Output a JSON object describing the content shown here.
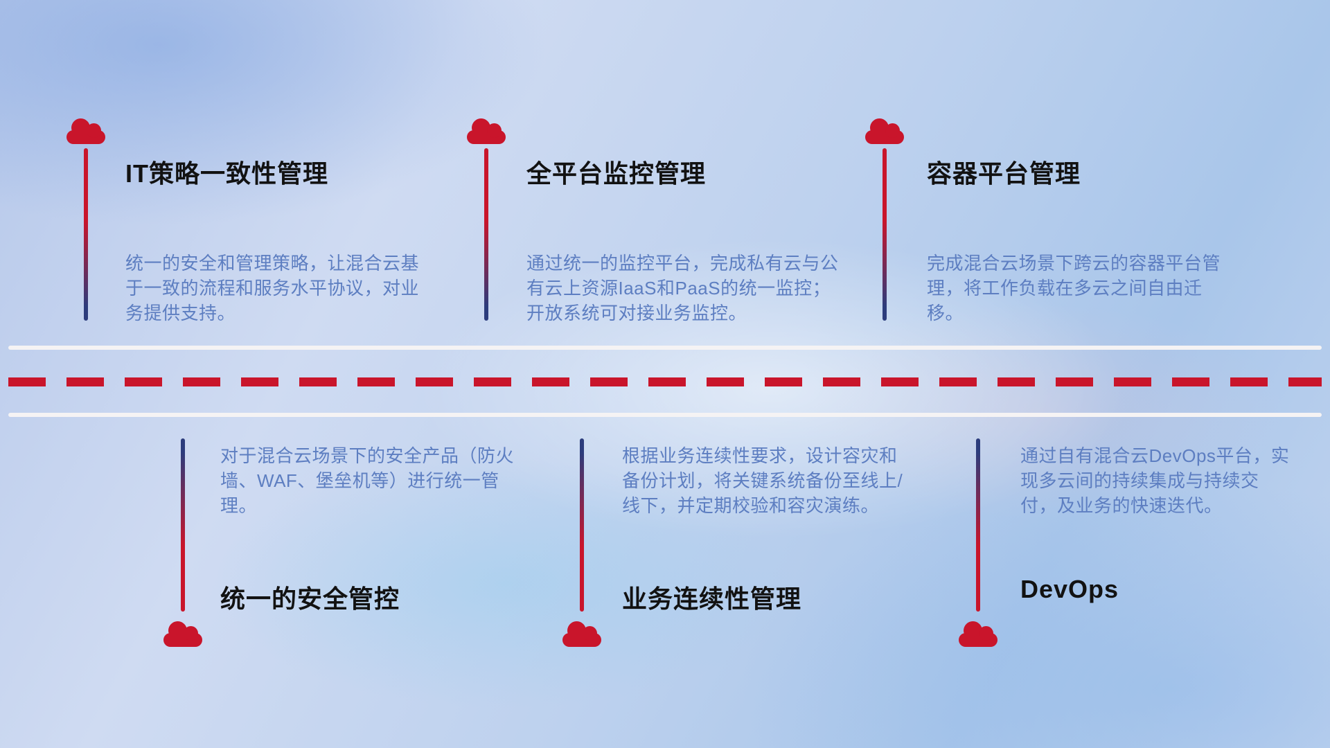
{
  "colors": {
    "accent_red": "#c9152b",
    "navy": "#2c3c7c",
    "title_text": "#121212",
    "body_text": "#5d7ec1",
    "road_white": "#f5f3f4"
  },
  "top_items": [
    {
      "title": "IT策略一致性管理",
      "description": "统一的安全和管理策略，让混合云基于一致的流程和服务水平协议，对业务提供支持。"
    },
    {
      "title": "全平台监控管理",
      "description": "通过统一的监控平台，完成私有云与公有云上资源IaaS和PaaS的统一监控；开放系统可对接业务监控。"
    },
    {
      "title": "容器平台管理",
      "description": "完成混合云场景下跨云的容器平台管理，将工作负载在多云之间自由迁移。"
    }
  ],
  "bottom_items": [
    {
      "title": "统一的安全管控",
      "description": "对于混合云场景下的安全产品（防火墙、WAF、堡垒机等）进行统一管理。"
    },
    {
      "title": "业务连续性管理",
      "description": "根据业务连续性要求，设计容灾和备份计划，将关键系统备份至线上/线下，并定期校验和容灾演练。"
    },
    {
      "title": "DevOps",
      "description": "通过自有混合云DevOps平台，实现多云间的持续集成与持续交付，及业务的快速迭代。"
    }
  ]
}
